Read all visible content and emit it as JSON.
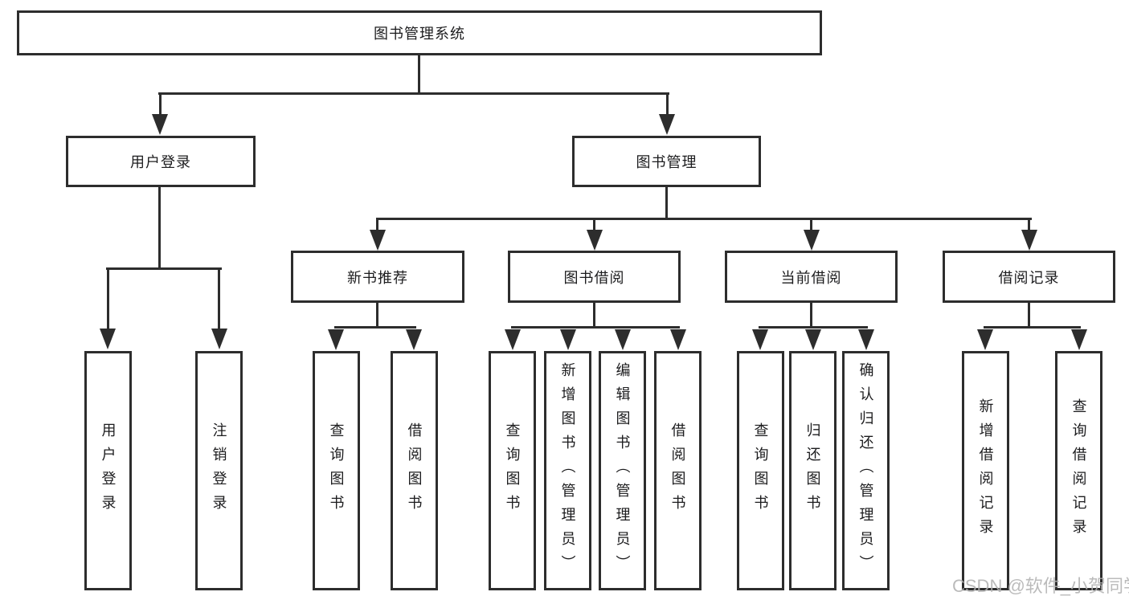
{
  "tree": {
    "root": "图书管理系统",
    "branches": [
      {
        "label": "用户登录",
        "children": [
          "用户登录",
          "注销登录"
        ]
      },
      {
        "label": "图书管理",
        "groups": [
          {
            "label": "新书推荐",
            "children": [
              "查询图书",
              "借阅图书"
            ]
          },
          {
            "label": "图书借阅",
            "children": [
              "查询图书",
              "新增图书（管理员）",
              "编辑图书（管理员）",
              "借阅图书"
            ]
          },
          {
            "label": "当前借阅",
            "children": [
              "查询图书",
              "归还图书",
              "确认归还（管理员）"
            ]
          },
          {
            "label": "借阅记录",
            "children": [
              "新增借阅记录",
              "查询借阅记录"
            ]
          }
        ]
      }
    ]
  },
  "watermark": {
    "text": "CSDN @软件_小贺同学"
  },
  "colors": {
    "line": "#2d2d2d",
    "text": "#1c1c1e",
    "watermark": "#b2b2b2",
    "background": "#ffffff"
  }
}
